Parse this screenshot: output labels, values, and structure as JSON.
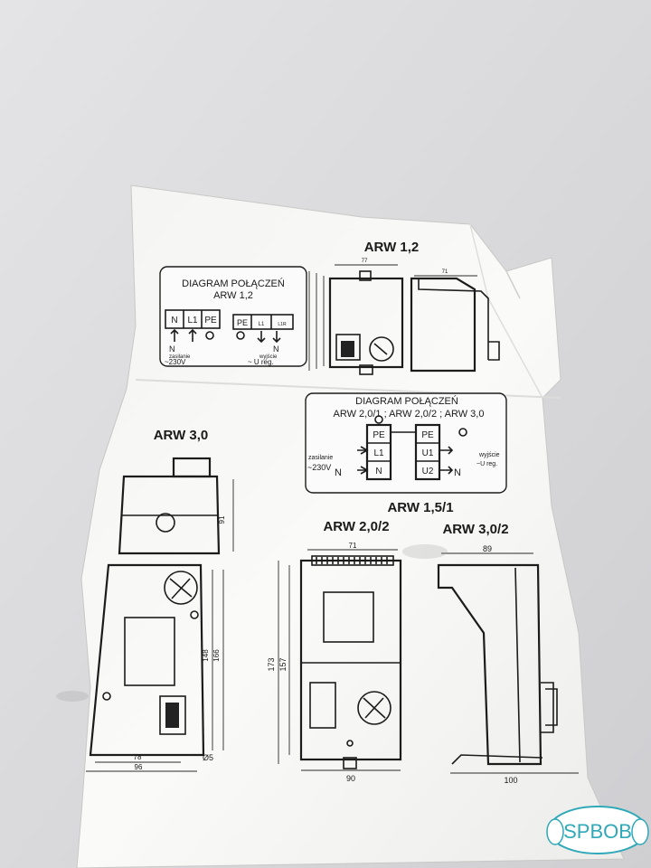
{
  "titles": {
    "arw12": "ARW 1,2",
    "arw30": "ARW 3,0",
    "arw151": "ARW 1,5/1",
    "arw202": "ARW 2,0/2",
    "arw302": "ARW 3,0/2"
  },
  "diagram1": {
    "heading": "DIAGRAM POŁĄCZEŃ",
    "model": "ARW 1,2",
    "terminals_in": [
      "N",
      "L1",
      "PE"
    ],
    "terminals_out": [
      "PE",
      "L1",
      "L1R"
    ],
    "label_n": "N",
    "supply_label": "zasilanie",
    "supply_voltage": "~230V",
    "output_label": "wyjście",
    "output_reg": "~ U reg."
  },
  "diagram2": {
    "heading": "DIAGRAM POŁĄCZEŃ",
    "models": "ARW 2,0/1 ; ARW 2,0/2 ; ARW 3,0",
    "terminals_left": [
      "PE",
      "L1",
      "N"
    ],
    "terminals_right": [
      "PE",
      "U1",
      "U2"
    ],
    "supply_label": "zasilanie",
    "supply_voltage": "~230V",
    "label_n": "N",
    "output_label": "wyjście",
    "output_reg": "~U reg."
  },
  "dimensions": {
    "arw12_width": "77",
    "arw12_depth": "71",
    "arw30_depth": "91",
    "arw30_h1": "148",
    "arw30_h2": "166",
    "arw30_w1": "78",
    "arw30_w2": "96",
    "arw30_hole": "Ø5",
    "arw2_top": "71",
    "arw2_h1": "173",
    "arw2_h2": "157",
    "arw2_w": "90",
    "arw3_top": "89",
    "arw3_w": "100"
  },
  "watermark": "SPBOB",
  "colors": {
    "background": "#d9d9db",
    "paper": "#f7f7f5",
    "ink": "#1c1c1c",
    "watermark": "#2fa8b8"
  }
}
